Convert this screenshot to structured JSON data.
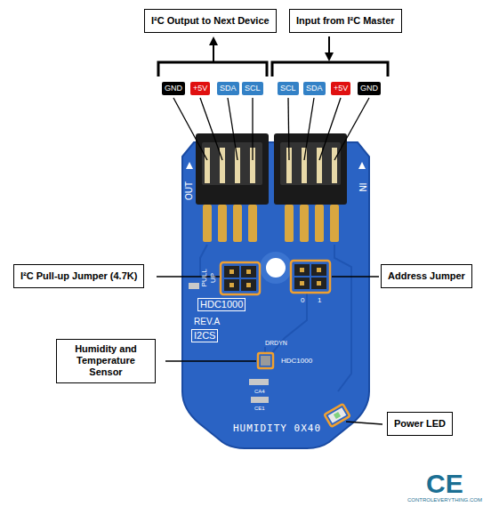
{
  "diagram": {
    "nodes": [
      {
        "text": [
          "I²C Output to Next Device"
        ]
      },
      {
        "text": [
          "Input from I²C Master"
        ]
      },
      {
        "text": [
          "GND"
        ]
      },
      {
        "text": [
          "+5V"
        ]
      },
      {
        "text": [
          "SDA"
        ]
      },
      {
        "text": [
          "SCL"
        ]
      },
      {
        "text": [
          "SCL"
        ]
      },
      {
        "text": [
          "SDA"
        ]
      },
      {
        "text": [
          "+5V"
        ]
      },
      {
        "text": [
          "GND"
        ]
      },
      {
        "text": [
          "I²C Pull-up Jumper (4.7K)"
        ]
      },
      {
        "text": [
          "Address Jumper"
        ]
      },
      {
        "text": [
          "HDC1000"
        ]
      },
      {
        "text": [
          "I2CS"
        ]
      },
      {
        "text": [
          "Humidity and Temperature Sensor"
        ]
      },
      {
        "text": [
          "Power LED"
        ]
      }
    ],
    "labels": [
      "OUT",
      "IN",
      "PULL",
      "UP",
      "0",
      "1",
      "REV.A",
      "DRDYN",
      "HDC1000",
      "CA4",
      "CE1",
      "HUMIDITY 0X40",
      "CE",
      "CONTROLEVERYTHING.COM"
    ]
  }
}
